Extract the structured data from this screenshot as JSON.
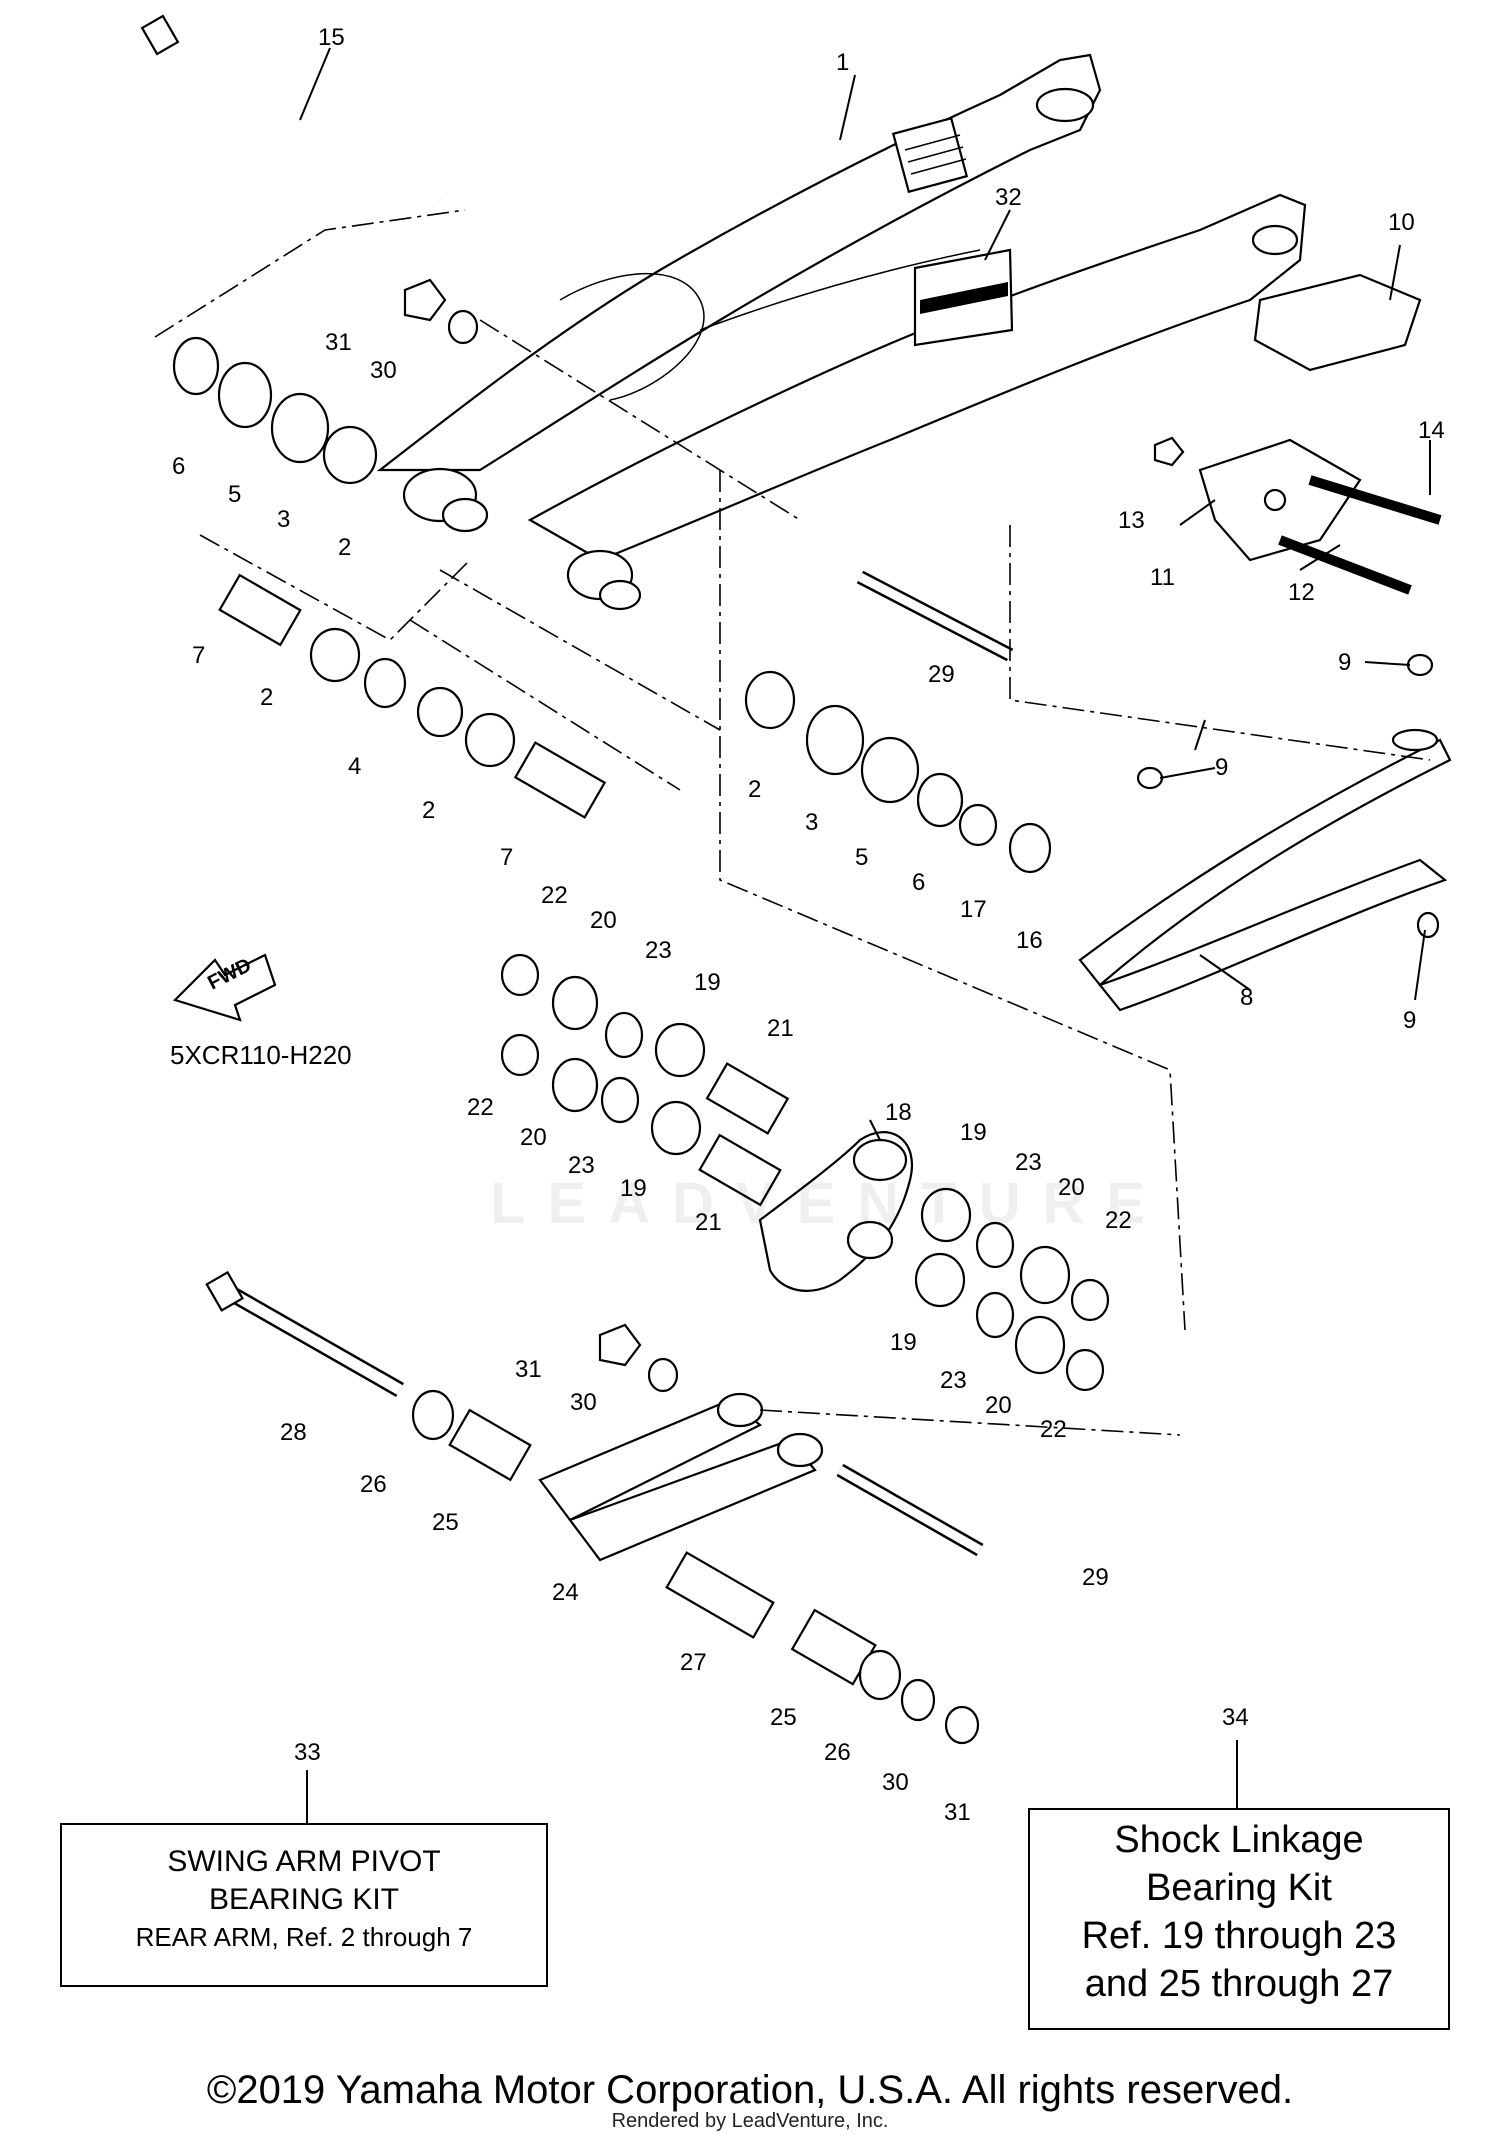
{
  "diagram": {
    "code": "5XCR110-H220",
    "fwd_label": "FWD",
    "watermark": "LEADVENTURE",
    "callouts": {
      "c1": "1",
      "c2a": "2",
      "c2b": "2",
      "c2c": "2",
      "c2d": "2",
      "c3a": "3",
      "c3b": "3",
      "c4": "4",
      "c5a": "5",
      "c5b": "5",
      "c6a": "6",
      "c6b": "6",
      "c7a": "7",
      "c7b": "7",
      "c8": "8",
      "c9a": "9",
      "c9b": "9",
      "c9c": "9",
      "c10": "10",
      "c11": "11",
      "c12": "12",
      "c13": "13",
      "c14": "14",
      "c15": "15",
      "c16": "16",
      "c17": "17",
      "c18": "18",
      "c19a": "19",
      "c19b": "19",
      "c19c": "19",
      "c19d": "19",
      "c20a": "20",
      "c20b": "20",
      "c20c": "20",
      "c20d": "20",
      "c21a": "21",
      "c21b": "21",
      "c22a": "22",
      "c22b": "22",
      "c22c": "22",
      "c22d": "22",
      "c23a": "23",
      "c23b": "23",
      "c23c": "23",
      "c23d": "23",
      "c24": "24",
      "c25a": "25",
      "c25b": "25",
      "c26a": "26",
      "c26b": "26",
      "c27": "27",
      "c28": "28",
      "c29a": "29",
      "c29b": "29",
      "c30a": "30",
      "c30b": "30",
      "c30c": "30",
      "c31a": "31",
      "c31b": "31",
      "c31c": "31",
      "c32": "32",
      "c33": "33",
      "c34": "34"
    }
  },
  "kits": {
    "swing_arm": {
      "ref": "33",
      "line1": "SWING ARM PIVOT",
      "line2": "BEARING KIT",
      "line3": "REAR ARM, Ref. 2 through 7"
    },
    "shock_linkage": {
      "ref": "34",
      "line1": "Shock Linkage",
      "line2": "Bearing Kit",
      "line3": "Ref. 19 through 23",
      "line4": "and 25 through 27"
    }
  },
  "footer": {
    "copyright": "©2019 Yamaha Motor Corporation, U.S.A. All rights reserved.",
    "rendered_by": "Rendered by LeadVenture, Inc."
  }
}
